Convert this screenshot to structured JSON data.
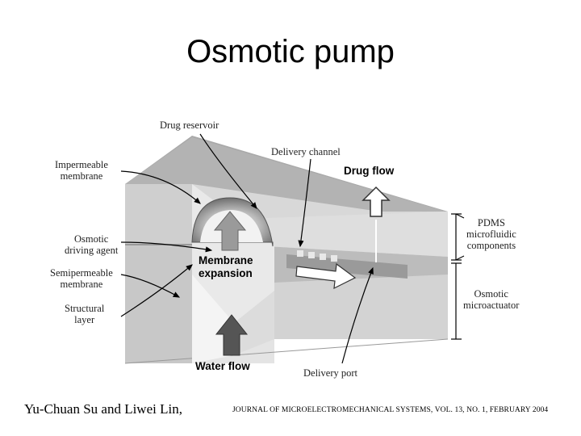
{
  "slide": {
    "title": "Osmotic pump"
  },
  "diagram": {
    "labels": {
      "drug_reservoir": "Drug reservoir",
      "delivery_channel": "Delivery channel",
      "drug_flow": "Drug flow",
      "impermeable_membrane": [
        "Impermeable",
        "membrane"
      ],
      "osmotic_driving_agent": [
        "Osmotic",
        "driving agent"
      ],
      "semipermeable_membrane": [
        "Semipermeable",
        "membrane"
      ],
      "structural_layer": [
        "Structural",
        "layer"
      ],
      "membrane_expansion": [
        "Membrane",
        "expansion"
      ],
      "water_flow": "Water flow",
      "delivery_port": "Delivery port",
      "pdms_components": [
        "PDMS",
        "microfluidic",
        "components"
      ],
      "osmotic_microactuator": [
        "Osmotic",
        "microactuator"
      ]
    }
  },
  "footer": {
    "authors": "Yu-Chuan Su and Liwei Lin,",
    "journal": "JOURNAL OF MICROELECTROMECHANICAL SYSTEMS, VOL. 13, NO. 1, FEBRUARY 2004"
  }
}
